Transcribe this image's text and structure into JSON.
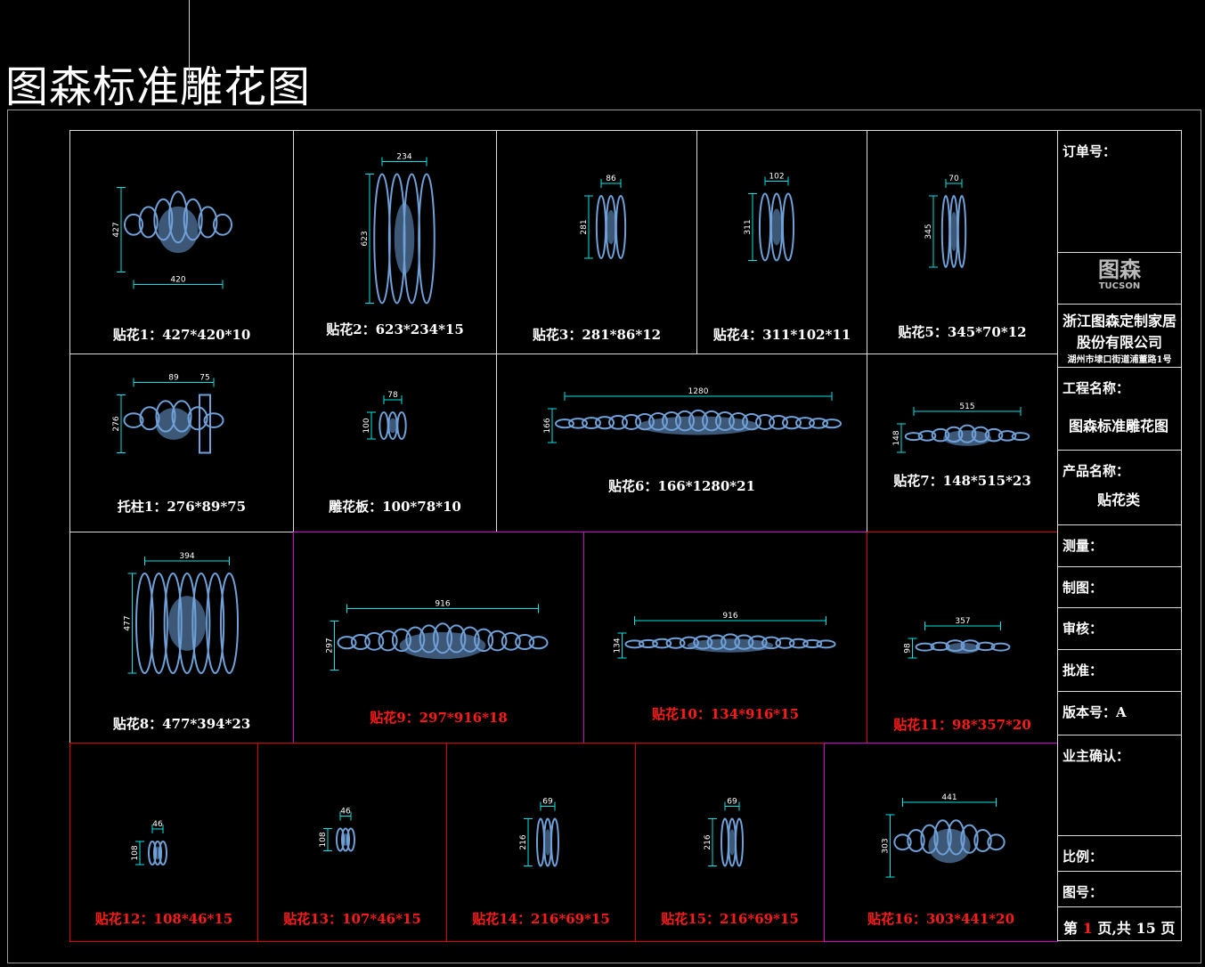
{
  "title": "图森标准雕花图",
  "colors": {
    "ornament": "#6fa0d8",
    "dimension": "#00e5e5",
    "label_red": "#ff1a1a"
  },
  "cells": [
    {
      "label": "贴花1：427*420*10",
      "dims": [
        "427",
        "420"
      ],
      "red": false
    },
    {
      "label": "贴花2：623*234*15",
      "dims": [
        "623",
        "234"
      ],
      "red": false
    },
    {
      "label": "贴花3：281*86*12",
      "dims": [
        "281",
        "86"
      ],
      "red": false
    },
    {
      "label": "贴花4：311*102*11",
      "dims": [
        "311",
        "102"
      ],
      "red": false
    },
    {
      "label": "贴花5：345*70*12",
      "dims": [
        "345",
        "70"
      ],
      "red": false
    },
    {
      "label": "托柱1：276*89*75",
      "dims": [
        "276",
        "89",
        "75"
      ],
      "red": false
    },
    {
      "label": "雕花板：100*78*10",
      "dims": [
        "100",
        "78"
      ],
      "red": false
    },
    {
      "label": "贴花6：166*1280*21",
      "dims": [
        "166",
        "1280"
      ],
      "red": false
    },
    {
      "label": "贴花7：148*515*23",
      "dims": [
        "148",
        "515"
      ],
      "red": false
    },
    {
      "label": "贴花8：477*394*23",
      "dims": [
        "477",
        "394"
      ],
      "red": false
    },
    {
      "label": "贴花9：297*916*18",
      "dims": [
        "297",
        "916"
      ],
      "red": true
    },
    {
      "label": "贴花10：134*916*15",
      "dims": [
        "134",
        "916"
      ],
      "red": true
    },
    {
      "label": "贴花11：98*357*20",
      "dims": [
        "98",
        "357"
      ],
      "red": true
    },
    {
      "label": "贴花12：108*46*15",
      "dims": [
        "108",
        "46"
      ],
      "red": true
    },
    {
      "label": "贴花13：107*46*15",
      "dims": [
        "108",
        "46"
      ],
      "red": true
    },
    {
      "label": "贴花14：216*69*15",
      "dims": [
        "216",
        "69"
      ],
      "red": true
    },
    {
      "label": "贴花15：216*69*15",
      "dims": [
        "216",
        "69"
      ],
      "red": true
    },
    {
      "label": "贴花16：303*441*20",
      "dims": [
        "303",
        "441"
      ],
      "red": true
    }
  ],
  "title_block": {
    "order_no": "订单号：",
    "logo_cn": "图森",
    "logo_en": "TUCSON",
    "company_line1": "浙江图森定制家居",
    "company_line2": "股份有限公司",
    "address": "湖州市埭口街道浦董路1号",
    "project_label": "工程名称：",
    "project_value": "图森标准雕花图",
    "product_label": "产品名称：",
    "product_value": "贴花类",
    "measure": "测量：",
    "drawing": "制图：",
    "review": "审核：",
    "approve": "批准：",
    "version": "版本号：A",
    "owner_confirm": "业主确认：",
    "scale": "比例：",
    "drawing_no": "图号：",
    "page_prefix": "第",
    "page_current": "1",
    "page_middle": "页,共",
    "page_total": "15",
    "page_suffix": "页"
  }
}
